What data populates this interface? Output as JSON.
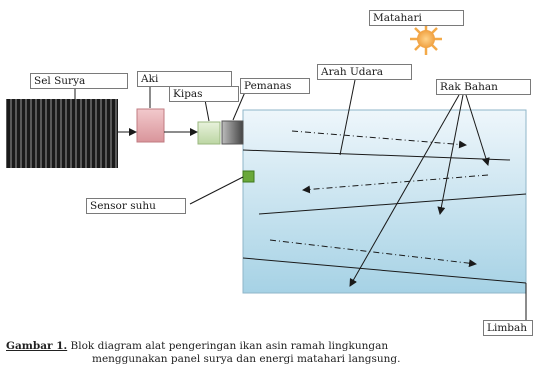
{
  "labels": {
    "matahari": "Matahari",
    "sel_surya": "Sel Surya",
    "aki": "Aki",
    "kipas": "Kipas",
    "pemanas": "Pemanas",
    "arah_udara": "Arah Udara",
    "rak_bahan": "Rak Bahan",
    "sensor_suhu": "Sensor suhu",
    "limbah": "Limbah"
  },
  "caption": {
    "lead": "Gambar 1.",
    "line1": " Blok diagram alat pengeringan ikan asin ramah lingkungan",
    "line2": "menggunakan panel surya dan energi matahari langsung."
  },
  "colors": {
    "chamber_top": "#eef6fb",
    "chamber_bottom": "#a8d3e6",
    "aki": "#e8b4b8",
    "kipas": "#d6e8c4",
    "pemanas": "#6f6f6f",
    "sensor": "#6aa83a",
    "sun": "#f6b254",
    "solar_panel": "#1c1c1c"
  }
}
